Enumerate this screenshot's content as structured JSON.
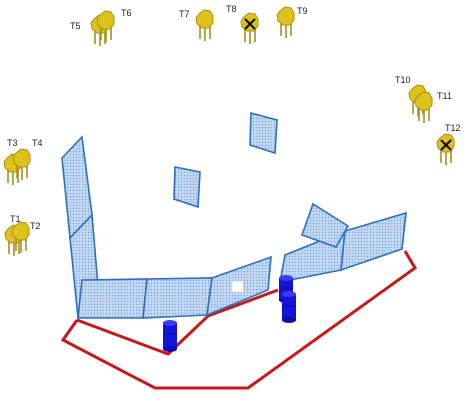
{
  "colors": {
    "panel_fill": "#b8d0ee",
    "panel_stroke": "#2f6fbf",
    "outline": "#c8171b",
    "tree_fill": "#dcc21a",
    "tree_stroke": "#a9901a",
    "removed_mark": "#111111",
    "barrel": "#1010e0"
  },
  "trees": [
    {
      "label": "T1",
      "icon": "tree-icon",
      "removed": false
    },
    {
      "label": "T2",
      "icon": "tree-icon",
      "removed": false
    },
    {
      "label": "T3",
      "icon": "tree-icon",
      "removed": false
    },
    {
      "label": "T4",
      "icon": "tree-icon",
      "removed": false
    },
    {
      "label": "T5",
      "icon": "tree-icon",
      "removed": false
    },
    {
      "label": "T6",
      "icon": "tree-icon",
      "removed": false
    },
    {
      "label": "T7",
      "icon": "tree-icon",
      "removed": false
    },
    {
      "label": "T8",
      "icon": "tree-icon",
      "removed": true
    },
    {
      "label": "T9",
      "icon": "tree-icon",
      "removed": false
    },
    {
      "label": "T10",
      "icon": "tree-icon",
      "removed": false
    },
    {
      "label": "T11",
      "icon": "tree-icon",
      "removed": false
    },
    {
      "label": "T12",
      "icon": "tree-icon",
      "removed": true
    }
  ],
  "barrels": [
    {
      "icon": "barrel-icon"
    },
    {
      "icon": "barrel-icon"
    },
    {
      "icon": "barrel-icon"
    }
  ]
}
